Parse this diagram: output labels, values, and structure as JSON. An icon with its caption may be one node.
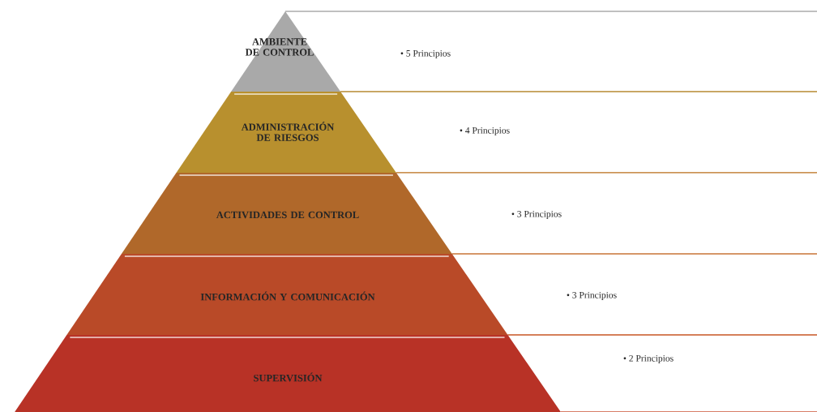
{
  "diagram": {
    "nodes": [
      {
        "text": [
          "AMBIENTE DE CONTROL"
        ]
      },
      {
        "text": [
          "• 5 Principios"
        ]
      },
      {
        "text": [
          "ADMINISTRACIÓN DE RIESGOS"
        ]
      },
      {
        "text": [
          "• 4 Principios"
        ]
      },
      {
        "text": [
          "ACTIVIDADES DE CONTROL"
        ]
      },
      {
        "text": [
          "• 3 Principios"
        ]
      },
      {
        "text": [
          "INFORMACIÓN Y COMUNICACIÓN"
        ]
      },
      {
        "text": [
          "• 3 Principios"
        ]
      },
      {
        "text": [
          "SUPERVISIÓN"
        ]
      },
      {
        "text": [
          "• 2 Principios"
        ]
      }
    ]
  }
}
